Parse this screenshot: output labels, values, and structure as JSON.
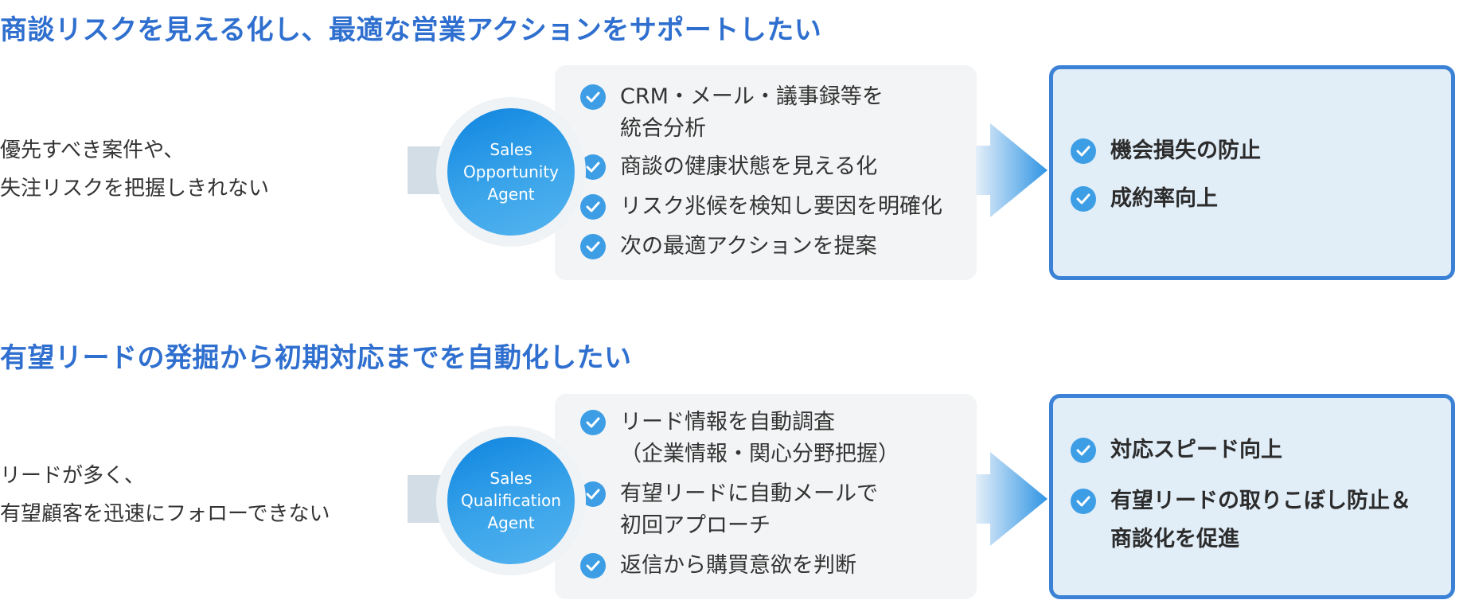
{
  "colors": {
    "heading": "#2f6fcf",
    "agent_gradient_start": "#0f85e0",
    "agent_gradient_end": "#55b4ef",
    "check": "#3d9ee6",
    "feature_box": "#f3f4f5",
    "result_box": "#e1edf7",
    "result_border": "#3b82d6",
    "connector": "#d3dde6"
  },
  "icons": {
    "check": "check-circle-icon",
    "arrow": "arrow-right-icon"
  },
  "sections": [
    {
      "heading": "商談リスクを見える化し、最適な営業アクションをサポートしたい",
      "problem": [
        "優先すべき案件や、",
        "失注リスクを把握しきれない"
      ],
      "agent": [
        "Sales",
        "Opportunity",
        "Agent"
      ],
      "features": [
        [
          "CRM・メール・議事録等を",
          "統合分析"
        ],
        [
          "商談の健康状態を見える化"
        ],
        [
          "リスク兆候を検知し要因を明確化"
        ],
        [
          "次の最適アクションを提案"
        ]
      ],
      "results": [
        [
          "機会損失の防止"
        ],
        [
          "成約率向上"
        ]
      ]
    },
    {
      "heading": "有望リードの発掘から初期対応までを自動化したい",
      "problem": [
        "リードが多く、",
        "有望顧客を迅速にフォローできない"
      ],
      "agent": [
        "Sales",
        "Qualification",
        "Agent"
      ],
      "features": [
        [
          "リード情報を自動調査",
          "（企業情報・関心分野把握）"
        ],
        [
          "有望リードに自動メールで",
          "初回アプローチ"
        ],
        [
          "返信から購買意欲を判断"
        ]
      ],
      "results": [
        [
          "対応スピード向上"
        ],
        [
          "有望リードの取りこぼし防止＆",
          "商談化を促進"
        ]
      ]
    }
  ]
}
